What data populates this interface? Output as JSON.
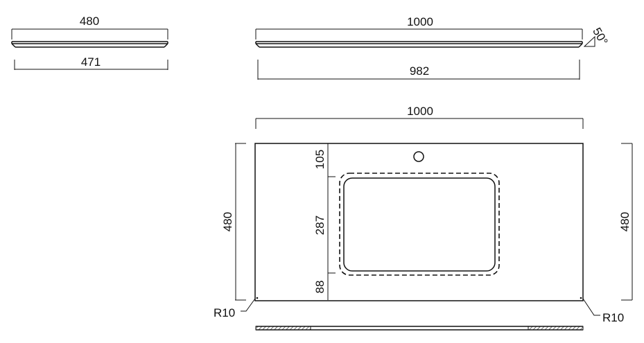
{
  "side_view_small": {
    "top_width": "480",
    "bottom_width": "471"
  },
  "side_view_large": {
    "top_width": "1000",
    "bottom_width": "982",
    "angle": "50°"
  },
  "plan_view": {
    "overall_width": "1000",
    "height_left": "480",
    "height_right": "480",
    "offset_top": "105",
    "basin_depth": "287",
    "offset_bottom": "88",
    "radius_left": "R10",
    "radius_right": "R10"
  },
  "colors": {
    "line": "#111111",
    "background": "#ffffff"
  }
}
